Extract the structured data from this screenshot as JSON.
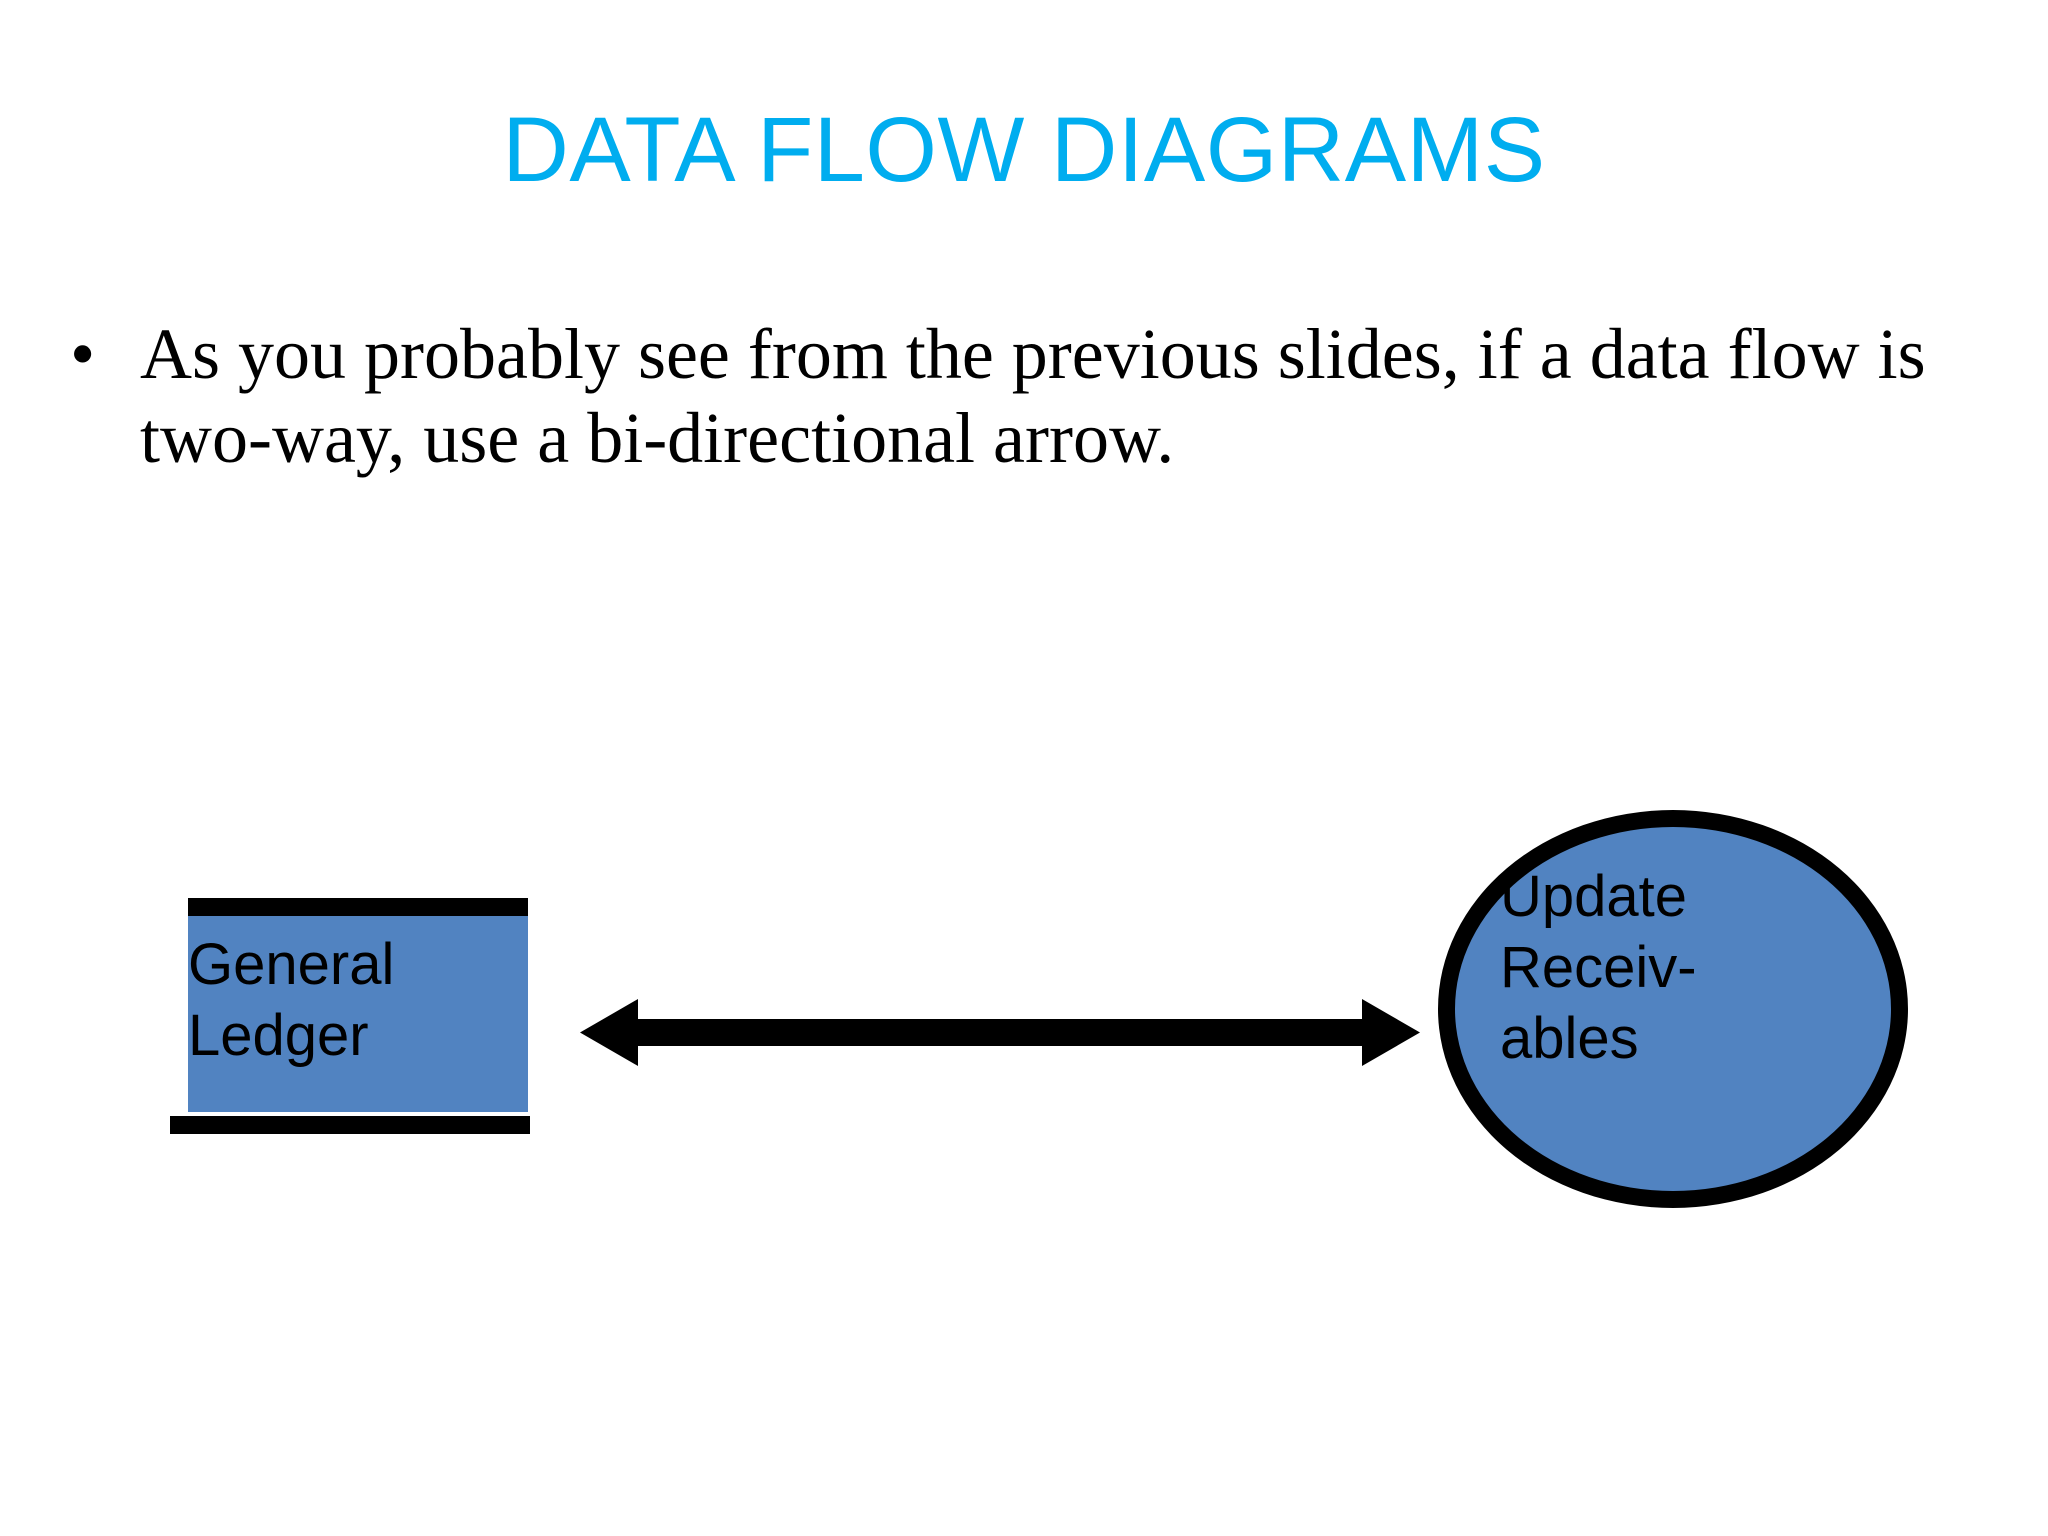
{
  "slide": {
    "title": "DATA FLOW DIAGRAMS",
    "title_color": "#00ADEF",
    "background_color": "#FFFFFF",
    "body": {
      "bullets": [
        {
          "marker": "•",
          "text": "As you probably see from the previous slides, if a data flow is two-way, use a bi-directional arrow."
        }
      ]
    },
    "diagram": {
      "type": "data-flow-diagram",
      "shape_fill_color": "#5183C1",
      "shape_outline_color": "#000000",
      "nodes": [
        {
          "id": "general-ledger",
          "kind": "data-store",
          "label": "General\nLedger"
        },
        {
          "id": "update-receivables",
          "kind": "process",
          "label": "Update\nReceiv-\nables"
        }
      ],
      "connectors": [
        {
          "id": "gl-to-ur",
          "kind": "data-flow",
          "direction": "bi-directional",
          "from": "general-ledger",
          "to": "update-receivables",
          "label": "",
          "color": "#000000"
        }
      ]
    }
  }
}
